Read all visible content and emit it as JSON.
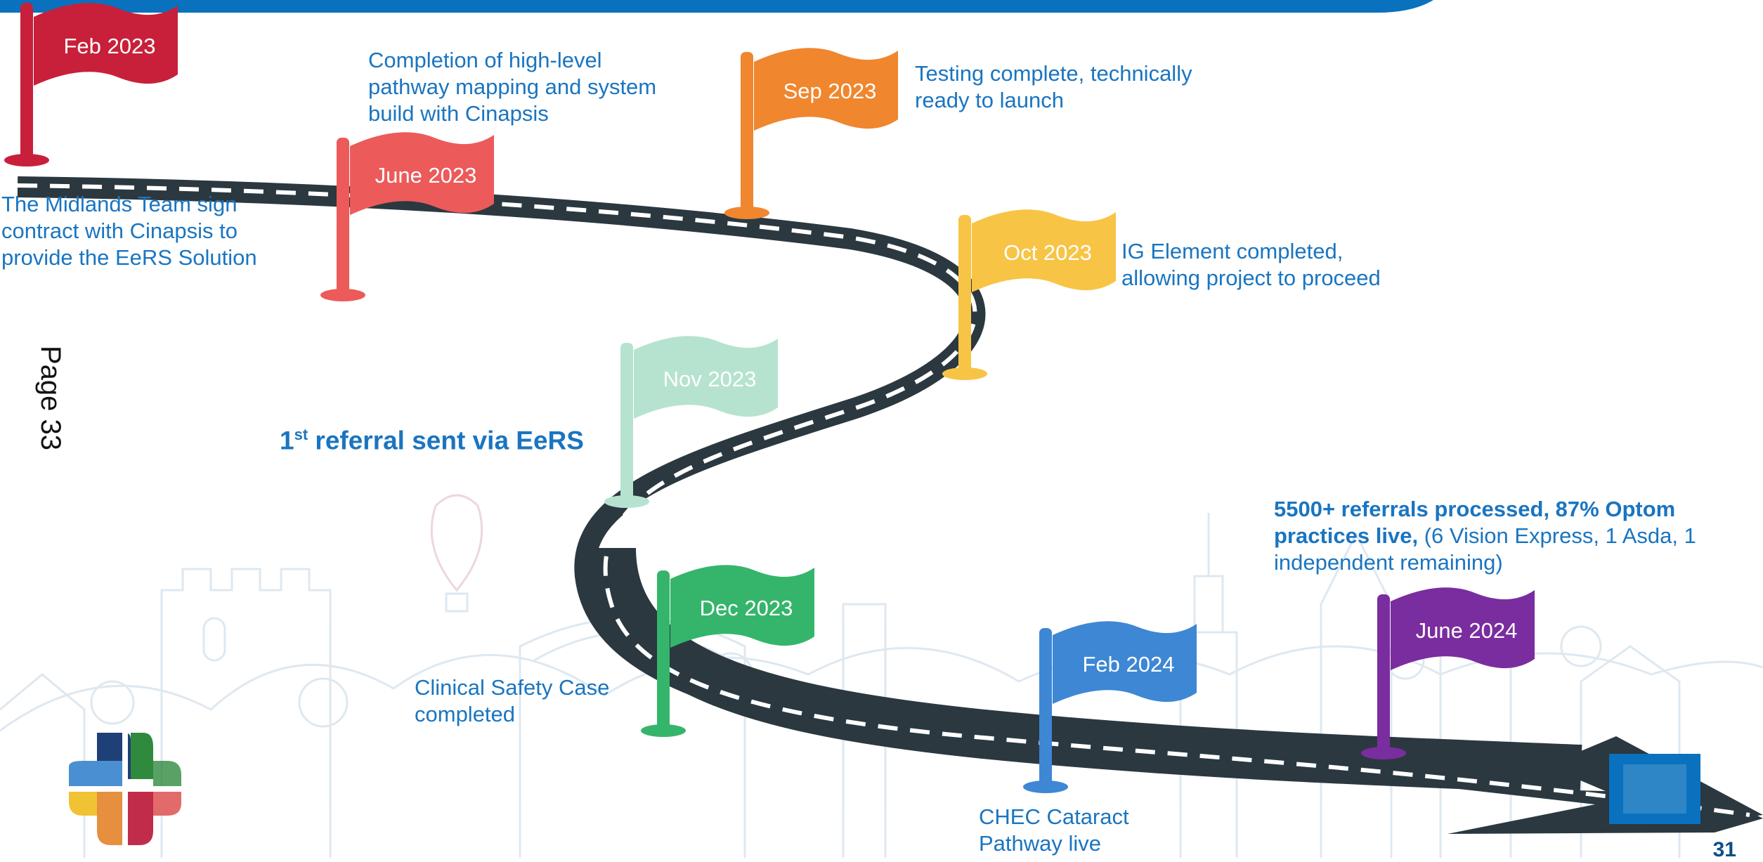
{
  "colors": {
    "header_bar": "#0a71be",
    "road": "#2b3840",
    "text_blue": "#1a75c0"
  },
  "milestones": [
    {
      "date": "Feb 2023",
      "color": "#c8203a",
      "text": "The Midlands Team sign contract with Cinapsis to provide the EeRS Solution"
    },
    {
      "date": "June 2023",
      "color": "#ec5a5a",
      "text": "Completion of high-level pathway mapping and system build with Cinapsis"
    },
    {
      "date": "Sep 2023",
      "color": "#f0862e",
      "text": "Testing complete, technically ready to launch"
    },
    {
      "date": "Oct 2023",
      "color": "#f7c445",
      "text": "IG Element completed, allowing project to proceed"
    },
    {
      "date": "Nov 2023",
      "color": "#b6e3cf",
      "text_main": "referral sent via EeRS",
      "text_num": "1",
      "text_sup": "st"
    },
    {
      "date": "Dec 2023",
      "color": "#35b56b",
      "text": "Clinical Safety Case completed"
    },
    {
      "date": "Feb 2024",
      "color": "#3d87d4",
      "text": "CHEC Cataract Pathway live"
    },
    {
      "date": "June 2024",
      "color": "#7a2d9e",
      "text_bold": "5500+ referrals processed, 87% Optom practices live,",
      "text_rest": " (6 Vision Express, 1 Asda, 1 independent remaining)"
    }
  ],
  "page_label": "Page 33",
  "slide_number": "31",
  "logo": {
    "colors": [
      "#1f3f77",
      "#2f8a3e",
      "#f1c233",
      "#e36a6a",
      "#e68f3f",
      "#c12c4a",
      "#4a8fd1",
      "#7db7e8"
    ]
  }
}
